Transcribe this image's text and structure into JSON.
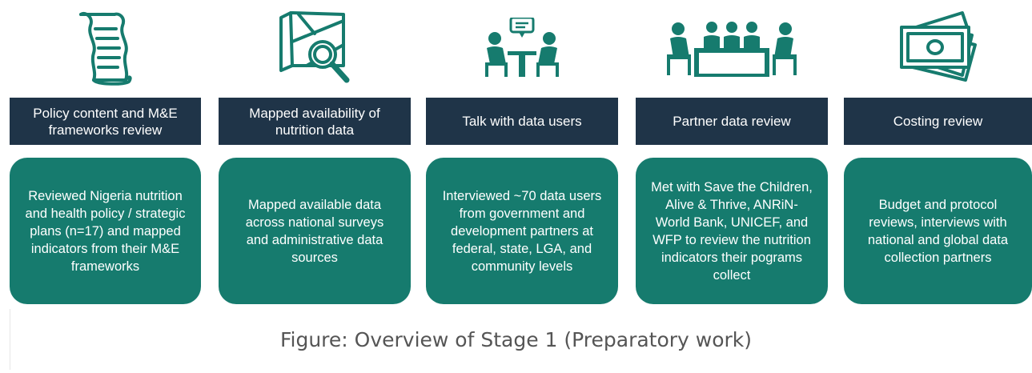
{
  "colors": {
    "header": "#1f3448",
    "box": "#167b6e",
    "icon": "#167b6e",
    "caption": "#555555"
  },
  "steps": [
    {
      "icon": "scroll-icon",
      "title": "Policy content and M&E frameworks review",
      "description": "Reviewed Nigeria nutrition and health policy / strategic plans (n=17) and mapped indicators from their M&E frameworks"
    },
    {
      "icon": "map-magnifier-icon",
      "title": "Mapped availability of nutrition data",
      "description": "Mapped available data across national surveys and administrative data sources"
    },
    {
      "icon": "conversation-icon",
      "title": "Talk with data users",
      "description": "Interviewed ~70 data users from government and development partners at federal, state, LGA, and community levels"
    },
    {
      "icon": "meeting-table-icon",
      "title": "Partner data review",
      "description": "Met with Save the Children, Alive & Thrive, ANRiN-World Bank, UNICEF, and WFP to review the nutrition indicators their pograms collect"
    },
    {
      "icon": "money-icon",
      "title": "Costing review",
      "description": "Budget and protocol reviews, interviews with national and global data collection partners"
    }
  ],
  "caption": "Figure: Overview of Stage 1 (Preparatory work)"
}
